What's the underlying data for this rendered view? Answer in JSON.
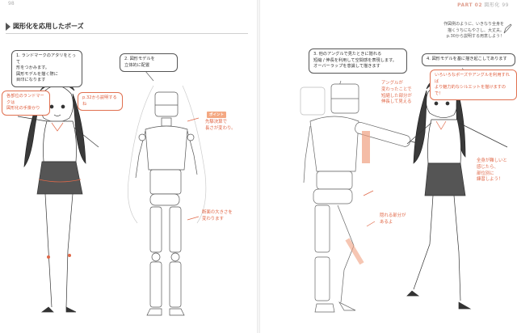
{
  "header": {
    "left_folio": "98",
    "right_part": "PART 02",
    "right_title": "図形化",
    "right_folio": "99"
  },
  "section": {
    "title": "図形化を応用したポーズ"
  },
  "left_page": {
    "bubble1": "1. ランドマークのアタリをとって\n形をつかみます。\n図形モデルを描く際に\n目印になります",
    "bubble2": "2. 図形モデルを\n立体的に配置",
    "note_landmark": "各部位のランドマークは\n図形化の手掛かり",
    "note_ref": "p.32から説明するね",
    "point1_tag": "ポイント",
    "point1_text": "先駆決算で\n長さが変わり。",
    "point2_text": "断面の大きさを\n変わります"
  },
  "right_page": {
    "tip": "作図例のように、いきなり全身を\n描くうちにもやさし、大丈夫。\np.30から説明する用意しよう！",
    "bubble3": "3. 他のアングルで見たときに隠れる\n短縮 / 伸長を利用して空間感を表現します。\nオーバーラップを意識して描きます",
    "bubble4": "4. 図形モデルを基に描き起こしてあります",
    "bubble_pink": "いろいろなポーズやアングルを利用すれば\nより魅力的なシルエットを描けますので！",
    "note_angle": "アングルが\n変わったことで\n短縮した部分が\n伸長して見える",
    "note_hidden": "隠れる部分が\nあるよ",
    "note_practice": "全身が難しいと\n感じたら、\n部位別に\n練習しよう！"
  }
}
